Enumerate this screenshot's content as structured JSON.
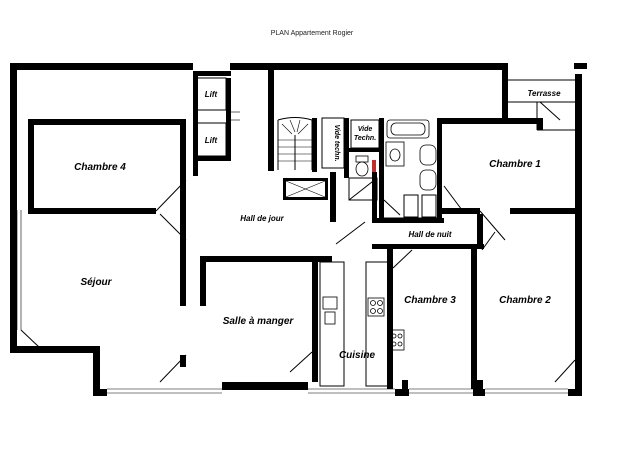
{
  "title": "PLAN Appartement Rogier",
  "rooms": {
    "terrasse": "Terrasse",
    "lift1": "Lift",
    "lift2": "Lift",
    "vide_techn_1": "Vide techn.",
    "vide_techn_2_line1": "Vide",
    "vide_techn_2_line2": "Techn.",
    "chambre4": "Chambre 4",
    "chambre1": "Chambre 1",
    "hall_de_jour": "Hall de jour",
    "hall_de_nuit": "Hall de nuit",
    "sejour": "Séjour",
    "salle_a_manger": "Salle à manger",
    "chambre3": "Chambre 3",
    "chambre2": "Chambre 2",
    "cuisine": "Cuisine"
  }
}
